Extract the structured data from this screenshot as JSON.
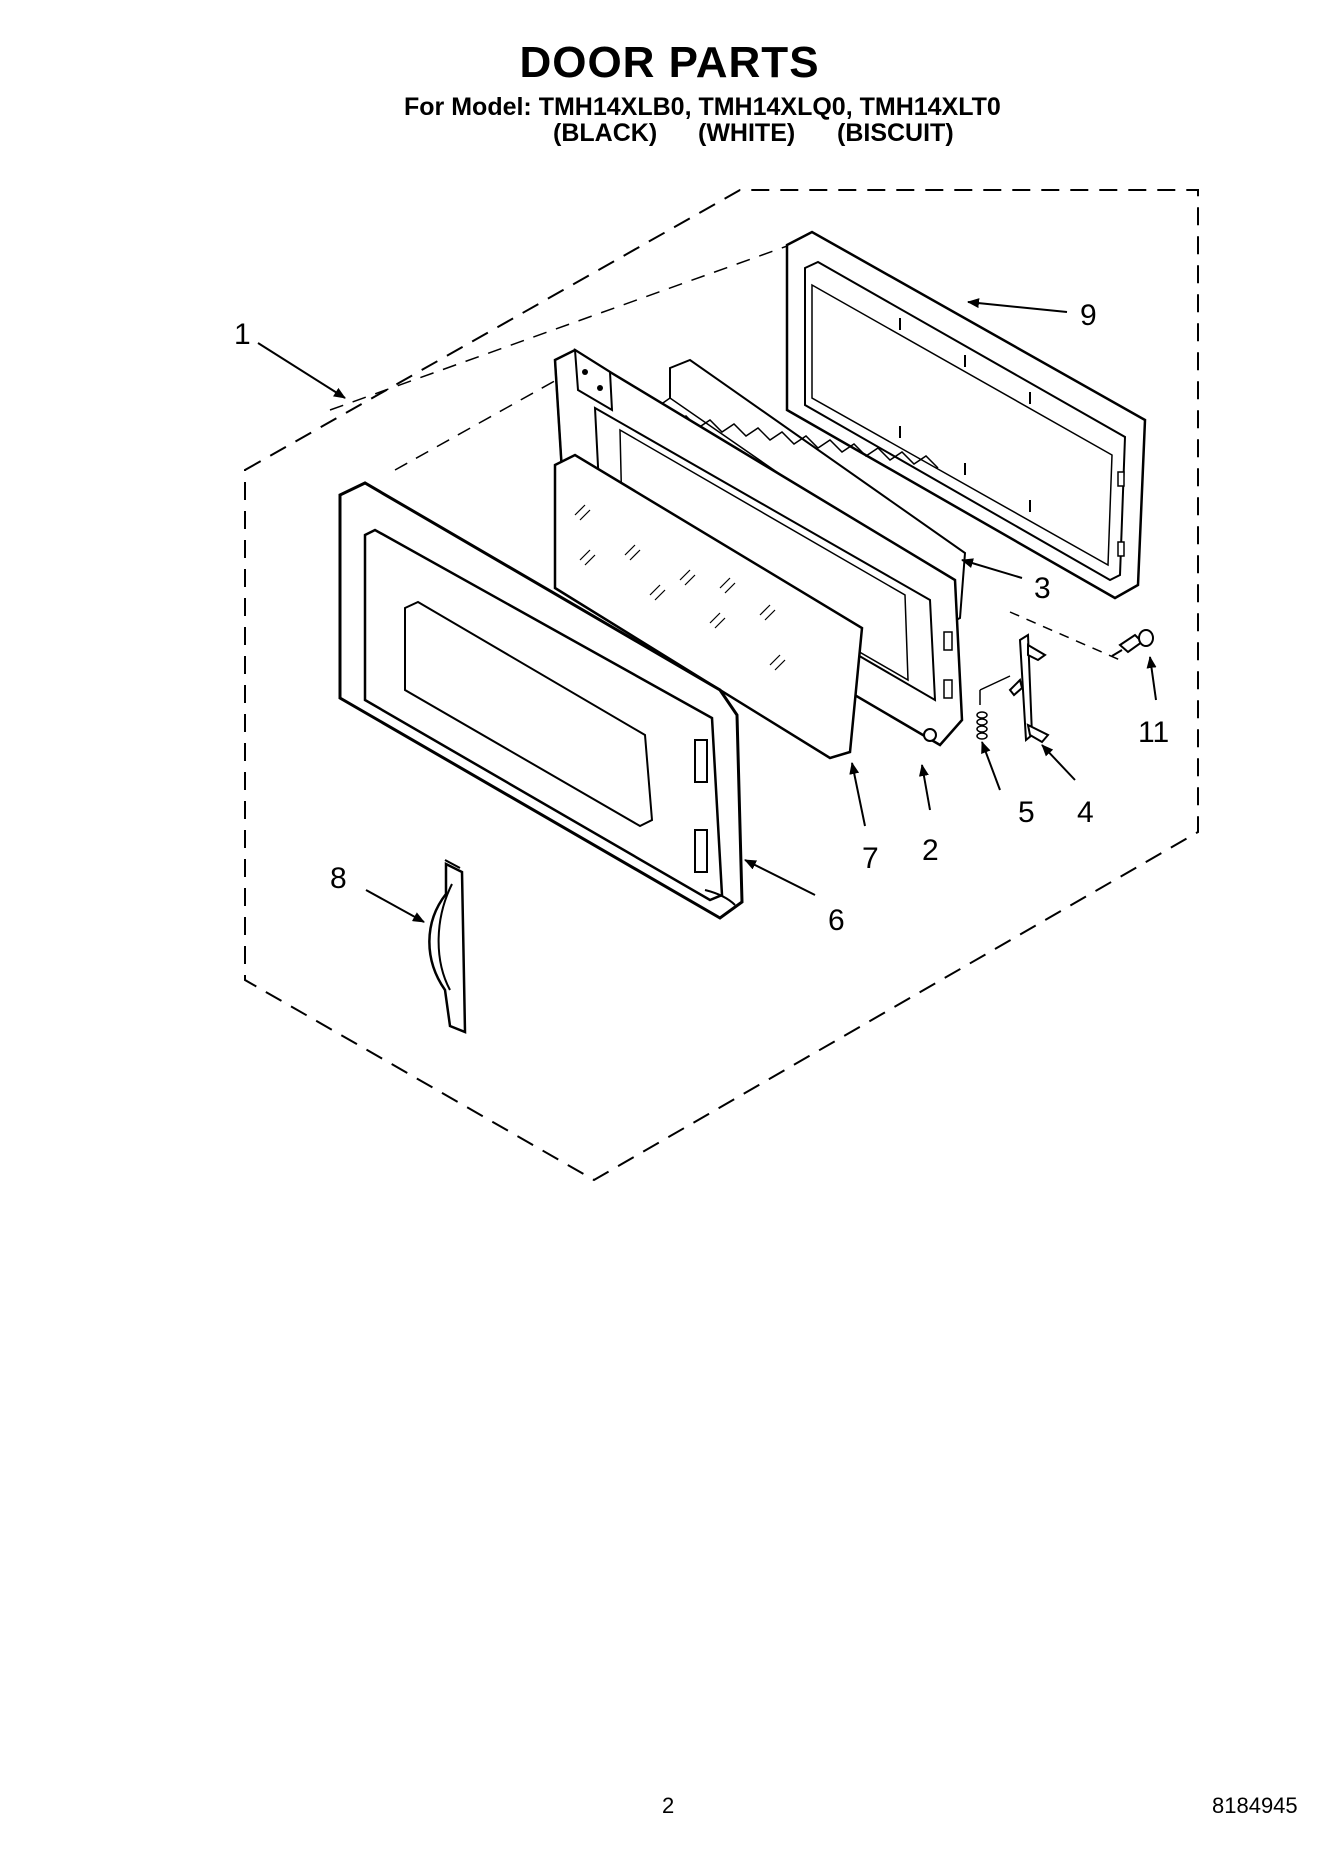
{
  "header": {
    "title": "DOOR PARTS",
    "model_line": "For Model: TMH14XLB0, TMH14XLQ0, TMH14XLT0",
    "colors": [
      "(BLACK)",
      "(WHITE)",
      "(BISCUIT)"
    ]
  },
  "callouts": {
    "c1": "1",
    "c2": "2",
    "c3": "3",
    "c4": "4",
    "c5": "5",
    "c6": "6",
    "c7": "7",
    "c8": "8",
    "c9": "9",
    "c11": "11"
  },
  "footer": {
    "page_number": "2",
    "document_number": "8184945"
  }
}
